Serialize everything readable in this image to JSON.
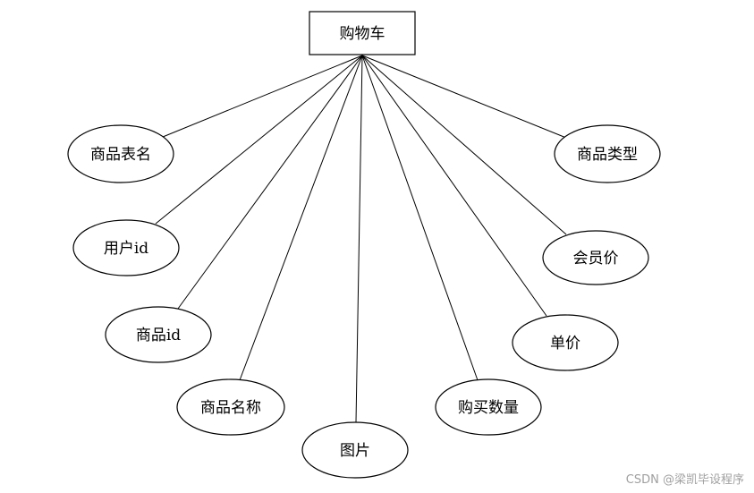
{
  "entity": {
    "label": "购物车"
  },
  "attributes": [
    {
      "id": "product-table-name",
      "label": "商品表名"
    },
    {
      "id": "user-id",
      "label": "用户id"
    },
    {
      "id": "product-id",
      "label": "商品id"
    },
    {
      "id": "product-name",
      "label": "商品名称"
    },
    {
      "id": "image",
      "label": "图片"
    },
    {
      "id": "purchase-quantity",
      "label": "购买数量"
    },
    {
      "id": "unit-price",
      "label": "单价"
    },
    {
      "id": "member-price",
      "label": "会员价"
    },
    {
      "id": "product-type",
      "label": "商品类型"
    }
  ],
  "watermark": "CSDN @梁凯毕设程序"
}
